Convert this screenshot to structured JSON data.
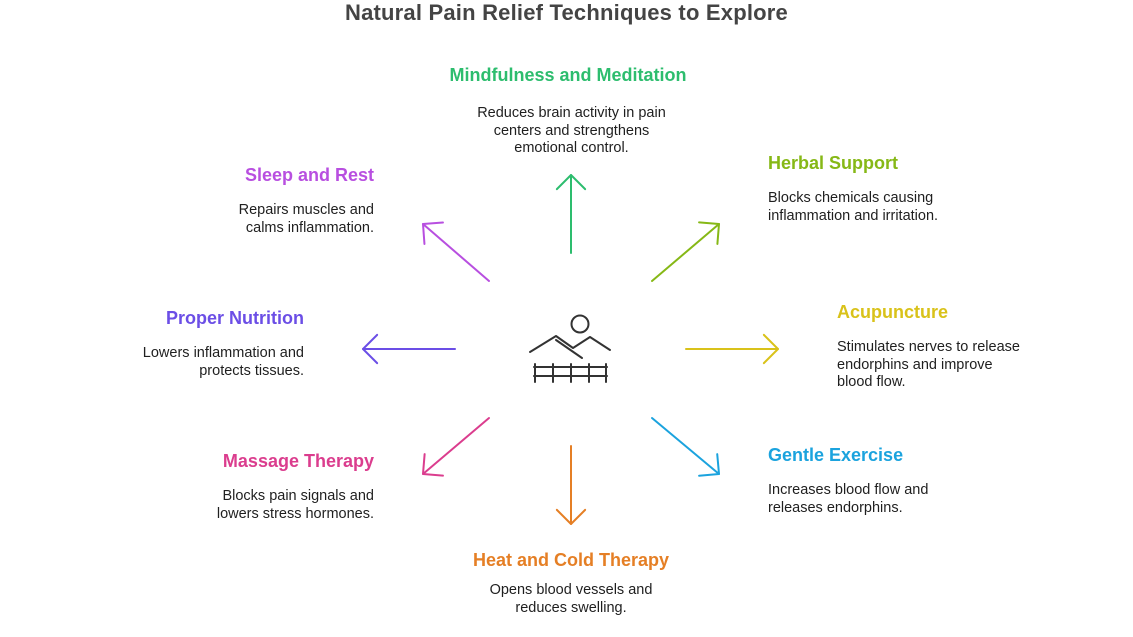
{
  "title": "Natural Pain Relief Techniques to Explore",
  "items": [
    {
      "heading": "Mindfulness and Meditation",
      "description": "Reduces brain activity in pain centers and strengthens emotional control.",
      "color": "#2dbd6e"
    },
    {
      "heading": "Herbal Support",
      "description": "Blocks chemicals causing inflammation and irritation.",
      "color": "#86b816"
    },
    {
      "heading": "Acupuncture",
      "description": "Stimulates nerves to release endorphins and improve blood flow.",
      "color": "#d9c21a"
    },
    {
      "heading": "Gentle Exercise",
      "description": "Increases blood flow and releases endorphins.",
      "color": "#1ba3de"
    },
    {
      "heading": "Heat and Cold Therapy",
      "description": "Opens blood vessels and reduces swelling.",
      "color": "#e57f25"
    },
    {
      "heading": "Massage Therapy",
      "description": "Blocks pain signals and lowers stress hormones.",
      "color": "#db3d8e"
    },
    {
      "heading": "Proper Nutrition",
      "description": "Lowers inflammation and protects tissues.",
      "color": "#6b4ee6"
    },
    {
      "heading": "Sleep and Rest",
      "description": "Repairs muscles and calms inflammation.",
      "color": "#b84fe0"
    }
  ],
  "center_icon": "relaxation-landscape-icon"
}
